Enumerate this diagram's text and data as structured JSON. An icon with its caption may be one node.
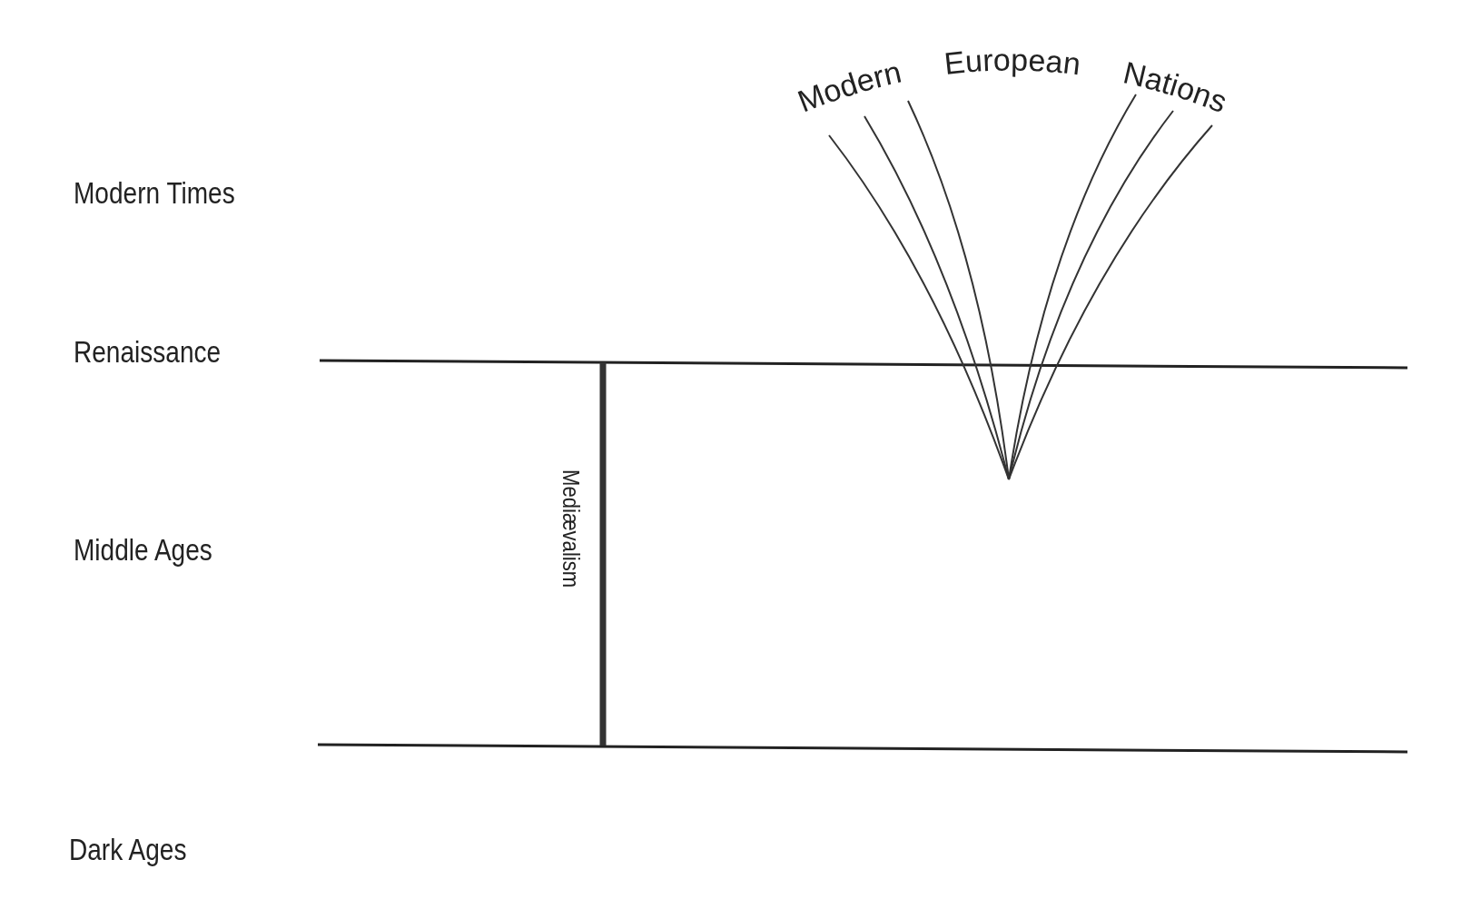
{
  "diagram": {
    "labels": [
      "Modern European Nations",
      "Modern Times",
      "Renaissance",
      "Middle Ages",
      "Mediævalism",
      "Dark Ages"
    ]
  }
}
